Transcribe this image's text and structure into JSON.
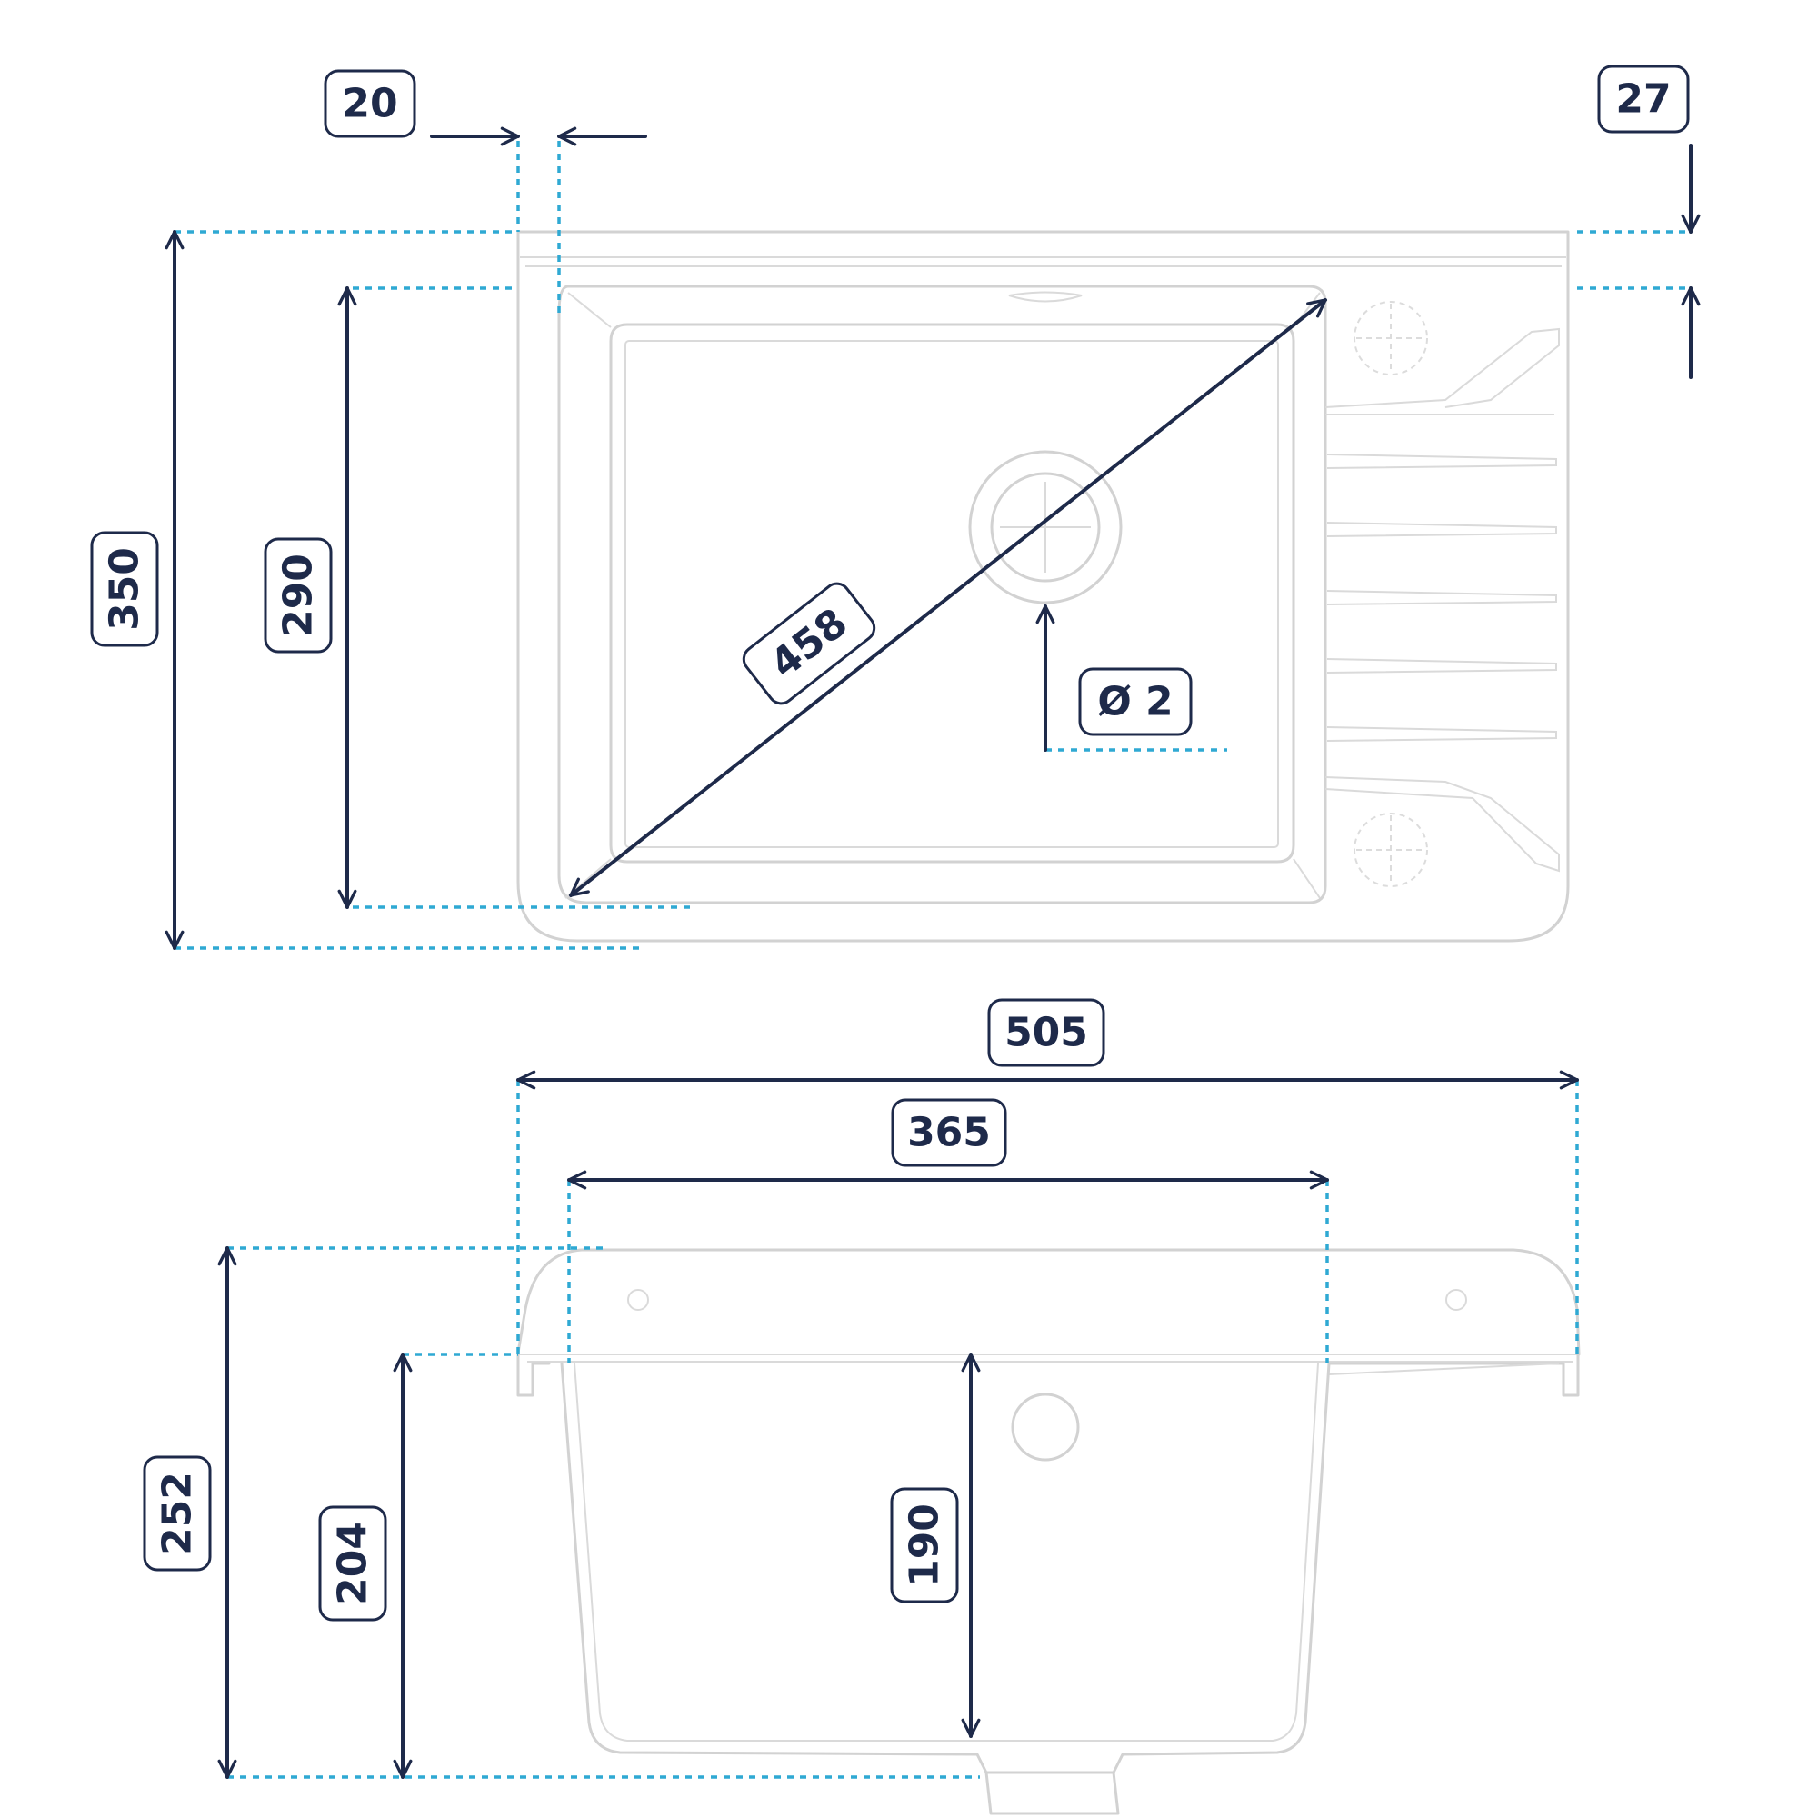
{
  "dimensions": {
    "dim_20": "20",
    "dim_27": "27",
    "dim_350": "350",
    "dim_290": "290",
    "dim_458": "458",
    "dim_drain": "Ø 2",
    "dim_505": "505",
    "dim_365": "365",
    "dim_252": "252",
    "dim_204": "204",
    "dim_190": "190"
  },
  "colors": {
    "dimension_line": "#1e2a4a",
    "extension_line": "#2fa9d3",
    "sink_outline": "#d2d2d2"
  }
}
